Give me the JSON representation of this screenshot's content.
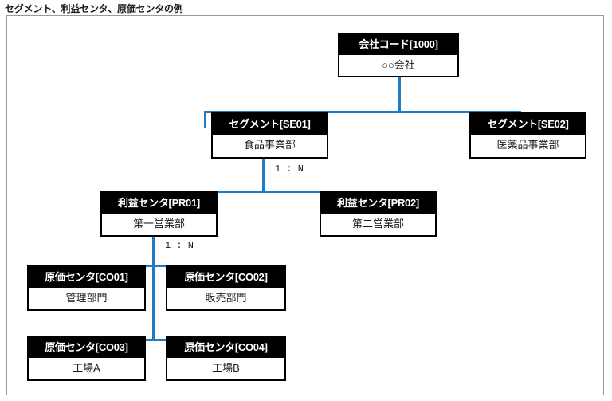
{
  "page": {
    "title": "セグメント、利益センタ、原価センタの例"
  },
  "colors": {
    "connector": "#1f7cc4",
    "header_bg": "#000000",
    "header_text": "#ffffff",
    "body_bg": "#ffffff",
    "border": "#000000",
    "frame_border": "#9a9a9a"
  },
  "diagram": {
    "type": "hierarchy-tree",
    "nodes": [
      {
        "id": "company",
        "header": "会社コード[1000]",
        "body": "○○会社",
        "level": 0
      },
      {
        "id": "seg01",
        "header": "セグメント[SE01]",
        "body": "食品事業部",
        "level": 1
      },
      {
        "id": "seg02",
        "header": "セグメント[SE02]",
        "body": "医薬品事業部",
        "level": 1
      },
      {
        "id": "pr01",
        "header": "利益センタ[PR01]",
        "body": "第一営業部",
        "level": 2
      },
      {
        "id": "pr02",
        "header": "利益センタ[PR02]",
        "body": "第二営業部",
        "level": 2
      },
      {
        "id": "co01",
        "header": "原価センタ[CO01]",
        "body": "管理部門",
        "level": 3
      },
      {
        "id": "co02",
        "header": "原価センタ[CO02]",
        "body": "販売部門",
        "level": 3
      },
      {
        "id": "co03",
        "header": "原価センタ[CO03]",
        "body": "工場A",
        "level": 4
      },
      {
        "id": "co04",
        "header": "原価センタ[CO04]",
        "body": "工場B",
        "level": 4
      }
    ],
    "edges": [
      {
        "from": "company",
        "to": "seg01"
      },
      {
        "from": "company",
        "to": "seg02"
      },
      {
        "from": "seg01",
        "to": "pr01",
        "label": "1 : N"
      },
      {
        "from": "seg01",
        "to": "pr02",
        "label": "1 : N"
      },
      {
        "from": "pr01",
        "to": "co01",
        "label": "1 : N"
      },
      {
        "from": "pr01",
        "to": "co02",
        "label": "1 : N"
      },
      {
        "from": "pr01",
        "to": "co03"
      },
      {
        "from": "pr01",
        "to": "co04"
      }
    ],
    "cardinality_labels": [
      {
        "id": "card-1",
        "text": "1 : N"
      },
      {
        "id": "card-2",
        "text": "1 : N"
      }
    ]
  }
}
